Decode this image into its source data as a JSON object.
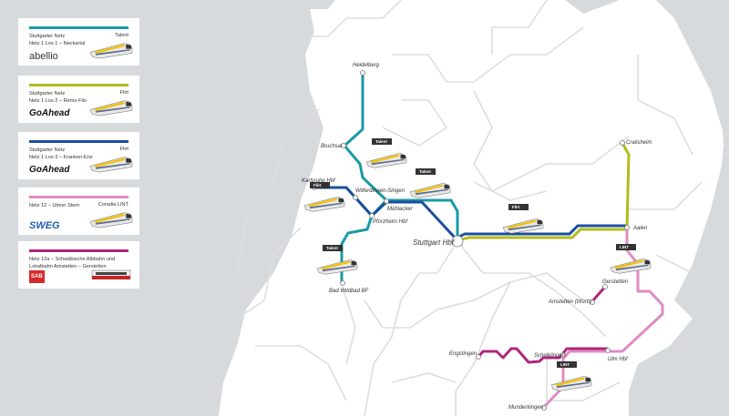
{
  "legend": [
    {
      "line1": "Stuttgarter Netz",
      "line2": "Netz 1 Los 1 – Neckartal",
      "type": "Talent",
      "operator": "abellio",
      "color": "#1a9aa6"
    },
    {
      "line1": "Stuttgarter Netz",
      "line2": "Netz 1 Los 2 – Rems-Fils",
      "type": "Flirt",
      "operator": "GoAhead",
      "color": "#b3bb1c"
    },
    {
      "line1": "Stuttgarter Netz",
      "line2": "Netz 1 Los 3 – Franken-Enz",
      "type": "Flirt",
      "operator": "GoAhead",
      "color": "#1a4f9c"
    },
    {
      "line1": "Netz 12 – Ulmer Stern",
      "line2": "",
      "type": "Coradia LINT",
      "operator": "SWEG",
      "color": "#e08bc4"
    },
    {
      "line1": "Netz 12a – Schwäbische Albbahn und",
      "line2": "Lokalbahn Amstetten – Gerstetten",
      "type": "",
      "operator": "SAB",
      "color": "#b0267f"
    }
  ],
  "stations": {
    "heidelberg": "Heidelberg",
    "bruchsal": "Bruchsal",
    "karlsruhe": "Karlsruhe Hbf",
    "wilferdingen": "Wilferdingen-Singen",
    "muehlacker": "Mühlacker",
    "pforzheim": "Pforzheim Hbf",
    "bad_wildbad": "Bad Wildbad BF",
    "stuttgart": "Stuttgart Hbf",
    "crailsheim": "Crailsheim",
    "aalen": "Aalen",
    "gerstetten": "Gerstetten",
    "amstetten": "Amstetten (Württ)",
    "engstingen": "Engstingen",
    "schelklingen": "Schelklingen",
    "ulm": "Ulm Hbf",
    "munderkingen": "Munderkingen"
  },
  "train_tags": {
    "t1": "Talent",
    "t2": "Talent",
    "t3": "Flirt",
    "t4": "Talent",
    "t5": "Flirt",
    "t6": "LINT",
    "t7": "LINT"
  },
  "colors": {
    "teal": "#1a9aa6",
    "blue": "#1a4f9c",
    "olive": "#b3bb1c",
    "pink": "#e08bc4",
    "magenta": "#b0267f"
  }
}
